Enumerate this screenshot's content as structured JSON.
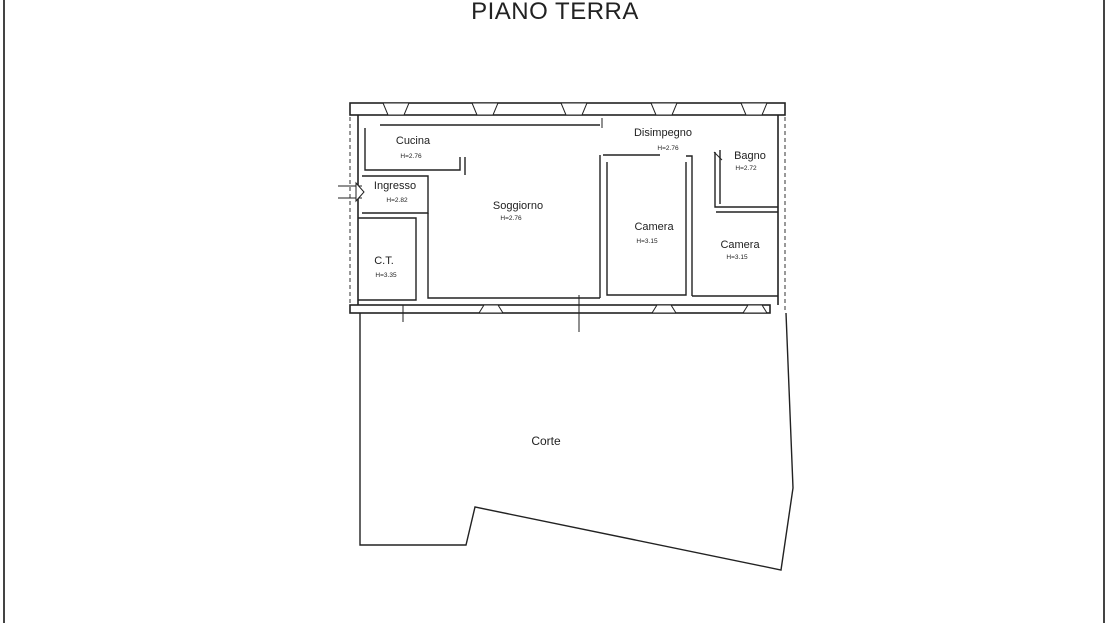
{
  "title": "PIANO TERRA",
  "rooms": [
    {
      "key": "cucina",
      "label": "Cucina",
      "height": "H=2.76"
    },
    {
      "key": "disimpegno",
      "label": "Disimpegno",
      "height": "H=2.76"
    },
    {
      "key": "bagno",
      "label": "Bagno",
      "height": "H=2.72"
    },
    {
      "key": "ingresso",
      "label": "Ingresso",
      "height": "H=2.82"
    },
    {
      "key": "soggiorno",
      "label": "Soggiorno",
      "height": "H=2.76"
    },
    {
      "key": "camera1",
      "label": "Camera",
      "height": "H=3.15"
    },
    {
      "key": "camera2",
      "label": "Camera",
      "height": "H=3.15"
    },
    {
      "key": "ct",
      "label": "C.T.",
      "height": "H=3.35"
    },
    {
      "key": "corte",
      "label": "Corte"
    }
  ]
}
